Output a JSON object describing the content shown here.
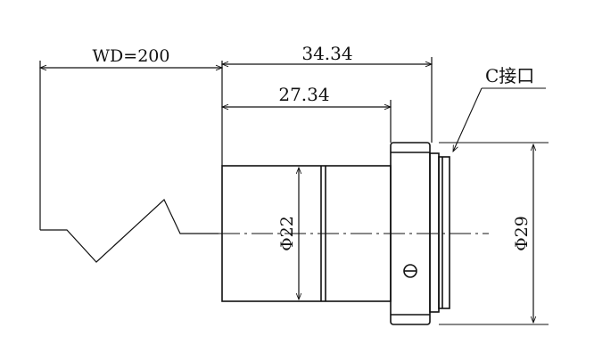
{
  "drawing": {
    "ink_color": "#111111",
    "background_color": "#ffffff",
    "labels": {
      "wd": "WD=200",
      "total_length": "34.34",
      "body_length": "27.34",
      "body_diameter": "Φ22",
      "mount_diameter": "Φ29",
      "mount_callout": "C接口"
    }
  }
}
